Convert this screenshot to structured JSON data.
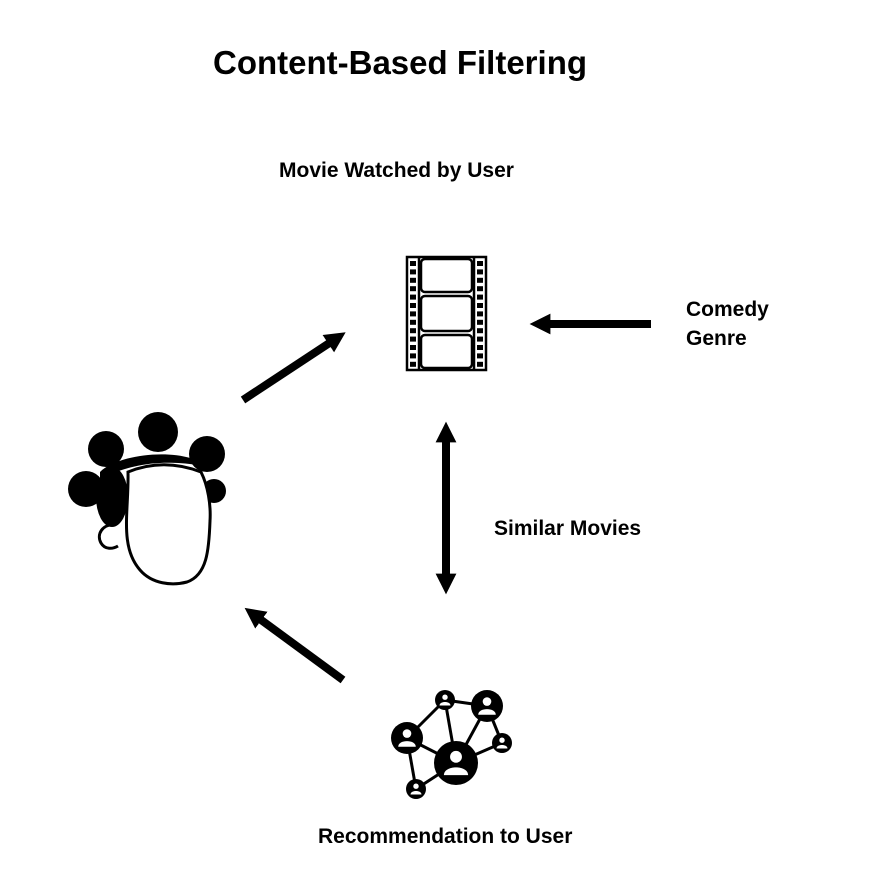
{
  "diagram": {
    "title": "Content-Based Filtering",
    "nodes": {
      "movie": {
        "label": "Movie Watched by User",
        "icon": "film-strip-icon"
      },
      "genre": {
        "line1": "Comedy",
        "line2": "Genre"
      },
      "user": {
        "icon": "user-head-icon"
      },
      "recommendation": {
        "label": "Recommendation to User",
        "icon": "network-people-icon"
      }
    },
    "edges": {
      "similar": {
        "label": "Similar Movies"
      }
    },
    "colors": {
      "ink": "#000000",
      "background": "#ffffff"
    }
  }
}
